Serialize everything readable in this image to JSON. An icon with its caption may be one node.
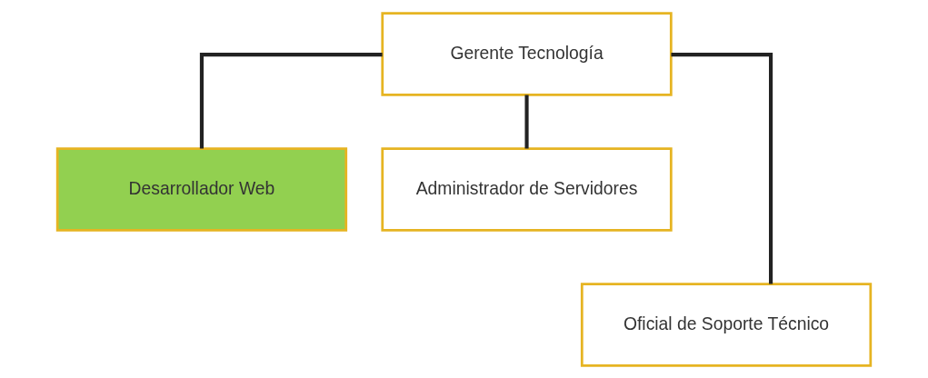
{
  "diagram": {
    "nodes": [
      {
        "text": [
          "Gerente Tecnología"
        ]
      },
      {
        "text": [
          "Desarrollador Web"
        ]
      },
      {
        "text": [
          "Administrador de Servidores"
        ]
      },
      {
        "text": [
          "Oficial de Soporte Técnico"
        ]
      }
    ],
    "edges": [
      {
        "from": 0,
        "to": 1,
        "arrow": "none"
      },
      {
        "from": 0,
        "to": 2,
        "arrow": "none"
      },
      {
        "from": 0,
        "to": 3,
        "arrow": "none"
      }
    ]
  }
}
